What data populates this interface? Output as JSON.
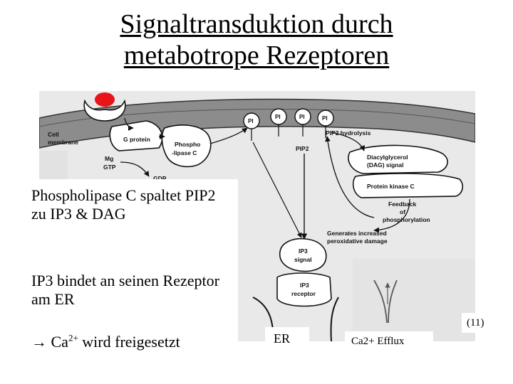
{
  "slide": {
    "title_line1": "Signaltransduktion durch",
    "title_line2": "metabotrope Rezeptoren",
    "notes": {
      "note1": "Phospholipase C spaltet PIP2 zu IP3 & DAG",
      "note2": "IP3 bindet an seinen Rezeptor am ER",
      "note3_arrow": "→",
      "note3_ca": " Ca",
      "note3_sup": "2+",
      "note3_rest": " wird freigesetzt"
    },
    "er_label": "ER",
    "efflux_label": "Ca2+ Efflux",
    "reference": "(11)"
  },
  "figure": {
    "cell_membrane_line1": "Cell",
    "cell_membrane_line2": "membrane",
    "g_protein": "G protein",
    "plc_line1": "Phospho",
    "plc_line2": "-lipase C",
    "mg": "Mg",
    "gtp": "GTP",
    "gdp": "GDP",
    "pi": "PI",
    "pip2_hydrolysis": "PIP2 hydrolysis",
    "pip2": "PIP2",
    "dag_line1": "Diacylglycerol",
    "dag_line2": "(DAG) signal",
    "pkc": "Protein kinase C",
    "feedback_line1": "Feedback",
    "feedback_line2": "of",
    "feedback_line3": "phosphorylation",
    "peroxidative_line1": "Generates increased",
    "peroxidative_line2": "peroxidative damage",
    "ip3_signal_line1": "IP3",
    "ip3_signal_line2": "signal",
    "ip3_receptor_line1": "IP3",
    "ip3_receptor_line2": "receptor",
    "colors": {
      "ligand": "#e8141a",
      "membrane": "#8a8a8a",
      "paper": "#e6e6e6"
    }
  }
}
